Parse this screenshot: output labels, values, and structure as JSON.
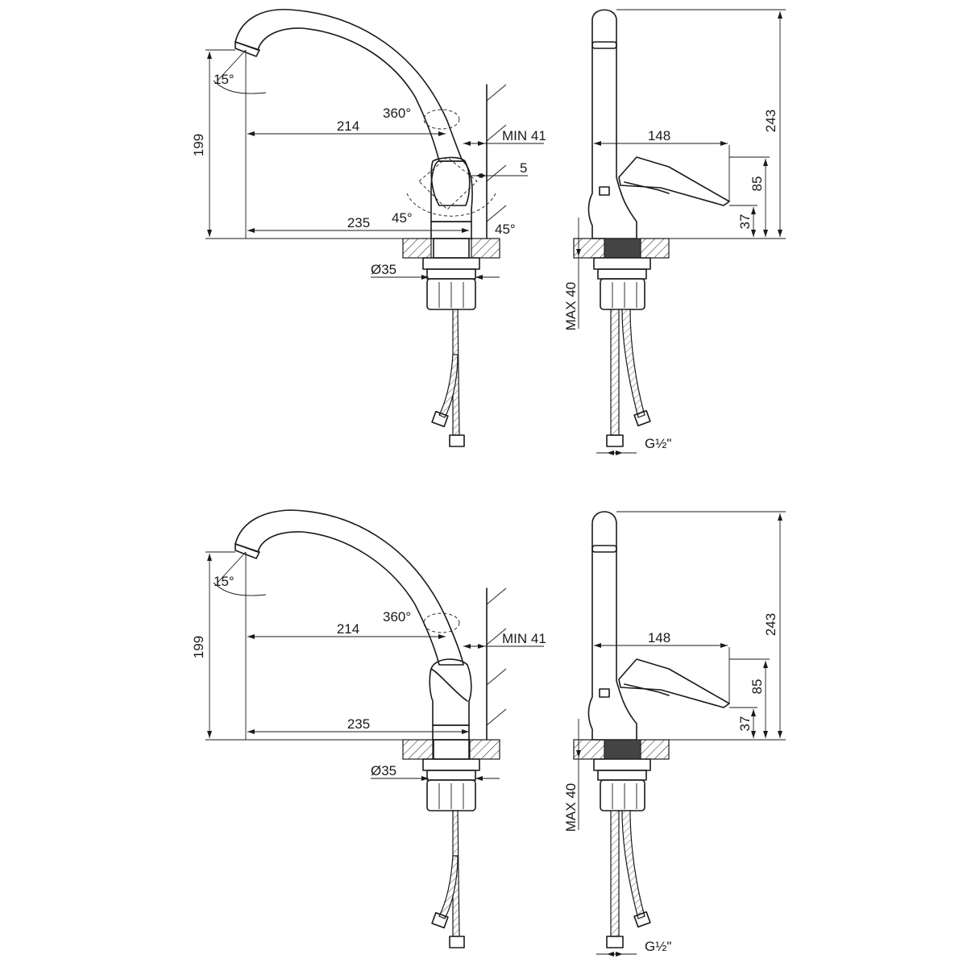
{
  "drawing": {
    "top": {
      "front": {
        "angle_spout": "15°",
        "height": "199",
        "swivel": "360°",
        "reach": "214",
        "min_wall": "MIN 41",
        "handle_offset": "5",
        "handle_left": "45°",
        "handle_right": "45°",
        "overall_reach": "235",
        "diameter": "Ø35"
      },
      "side": {
        "total_height": "243",
        "handle_length": "148",
        "handle_height": "85",
        "base_height": "37",
        "max_thickness": "MAX 40",
        "thread": "G½\""
      }
    },
    "bottom": {
      "front": {
        "angle_spout": "15°",
        "height": "199",
        "swivel": "360°",
        "reach": "214",
        "min_wall": "MIN 41",
        "overall_reach": "235",
        "diameter": "Ø35"
      },
      "side": {
        "total_height": "243",
        "handle_length": "148",
        "handle_height": "85",
        "base_height": "37",
        "max_thickness": "MAX 40",
        "thread": "G½\""
      }
    }
  }
}
